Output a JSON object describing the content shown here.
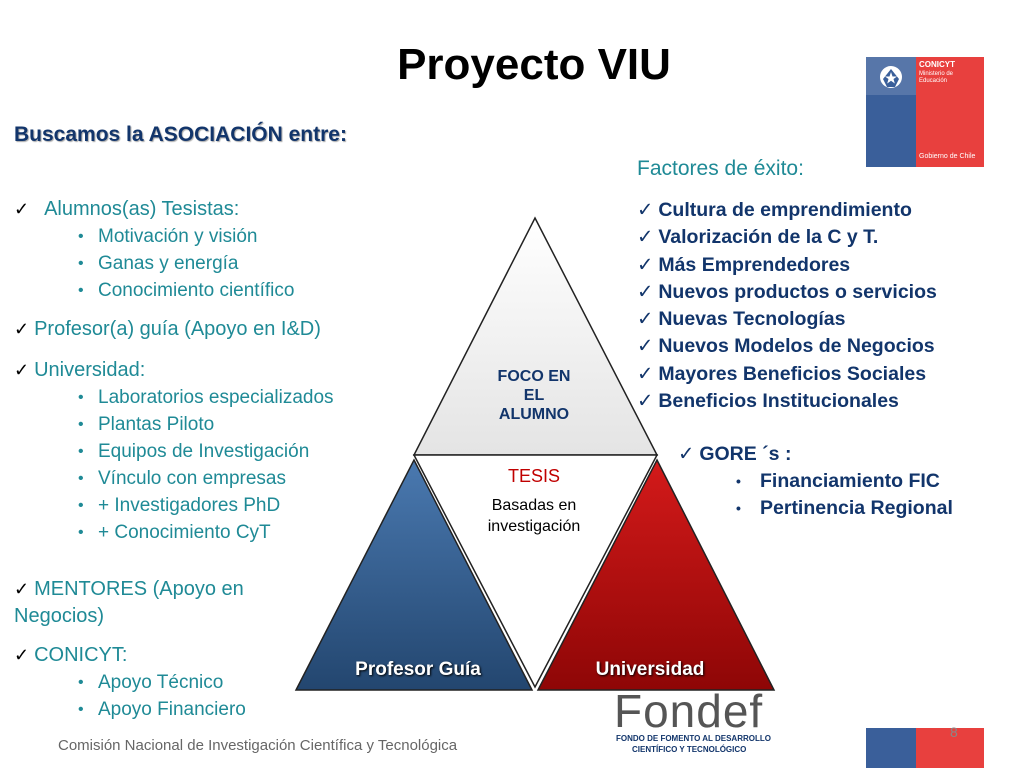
{
  "title": "Proyecto VIU",
  "left": {
    "heading": "Buscamos la ASOCIACIÓN entre:",
    "groups": [
      {
        "label": "Alumnos(as) Tesistas:",
        "items": [
          "Motivación y visión",
          "Ganas y energía",
          "Conocimiento científico"
        ]
      },
      {
        "label": "Profesor(a) guía (Apoyo en I&D)",
        "items": []
      },
      {
        "label": "Universidad:",
        "items": [
          "Laboratorios especializados",
          "Plantas Piloto",
          "Equipos de Investigación",
          "Vínculo con empresas",
          "+ Investigadores PhD",
          "+ Conocimiento CyT"
        ]
      }
    ],
    "mentores_line1": "MENTORES (Apoyo en",
    "mentores_line2": "Negocios)",
    "conicyt": {
      "label": "CONICYT:",
      "items": [
        "Apoyo Técnico",
        "Apoyo Financiero"
      ]
    }
  },
  "triangle": {
    "top_line1": "FOCO EN",
    "top_line2": "EL",
    "top_line3": "ALUMNO",
    "center_title": "TESIS",
    "center_line1": "Basadas en",
    "center_line2": "investigación",
    "left_label": "Profesor Guía",
    "right_label": "Universidad",
    "colors": {
      "top": "#f2f2f2",
      "left": "#2f5a8c",
      "right": "#b20c0c",
      "center": "#ffffff"
    }
  },
  "right": {
    "heading": "Factores de éxito:",
    "items": [
      "Cultura de emprendimiento",
      "Valorización de la C y T.",
      "Más Emprendedores",
      "Nuevos productos o servicios",
      "Nuevas Tecnologías",
      "Nuevos Modelos de Negocios",
      "Mayores Beneficios Sociales",
      "Beneficios Institucionales"
    ],
    "gore": {
      "label": "GORE ´s :",
      "items": [
        "Financiamiento FIC",
        "Pertinencia Regional"
      ]
    }
  },
  "logo": {
    "conicyt_name": "CONICYT",
    "conicyt_line2": "Ministerio de",
    "conicyt_line3": "Educación",
    "gobierno": "Gobierno de Chile"
  },
  "fondef": {
    "name": "Fondef",
    "line1": "FONDO DE FOMENTO AL DESARROLLO",
    "line2": "CIENTÍFICO Y TECNOLÓGICO"
  },
  "footer": "Comisión Nacional de Investigación Científica y Tecnológica",
  "page_number": "8",
  "colors": {
    "teal": "#1f8a96",
    "navy": "#12356b",
    "chile_blue": "#3a5f9a",
    "chile_red": "#e8403e"
  }
}
